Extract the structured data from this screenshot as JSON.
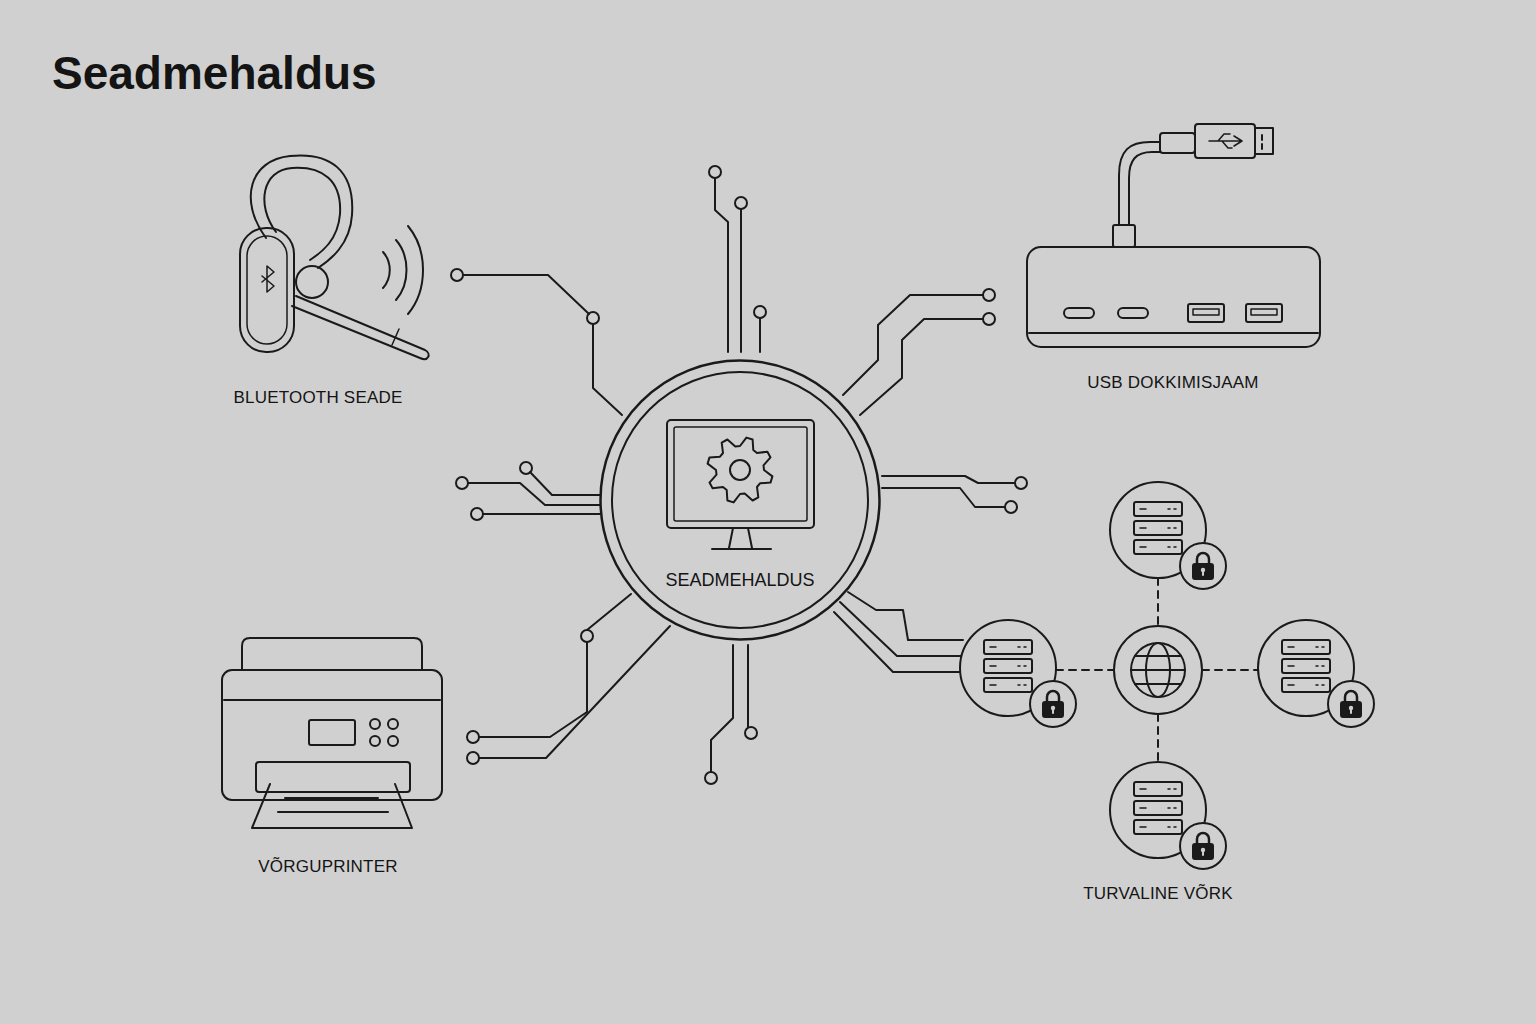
{
  "diagram": {
    "title": "Seadmehaldus",
    "nodes": [
      {
        "text": [
          "SEADMEHALDUS"
        ]
      }
    ],
    "labels": [
      "BLUETOOTH SEADE",
      "USB DOKKIMISJAAM",
      "VÕRGUPRINTER",
      "TURVALINE VÕRK"
    ]
  }
}
